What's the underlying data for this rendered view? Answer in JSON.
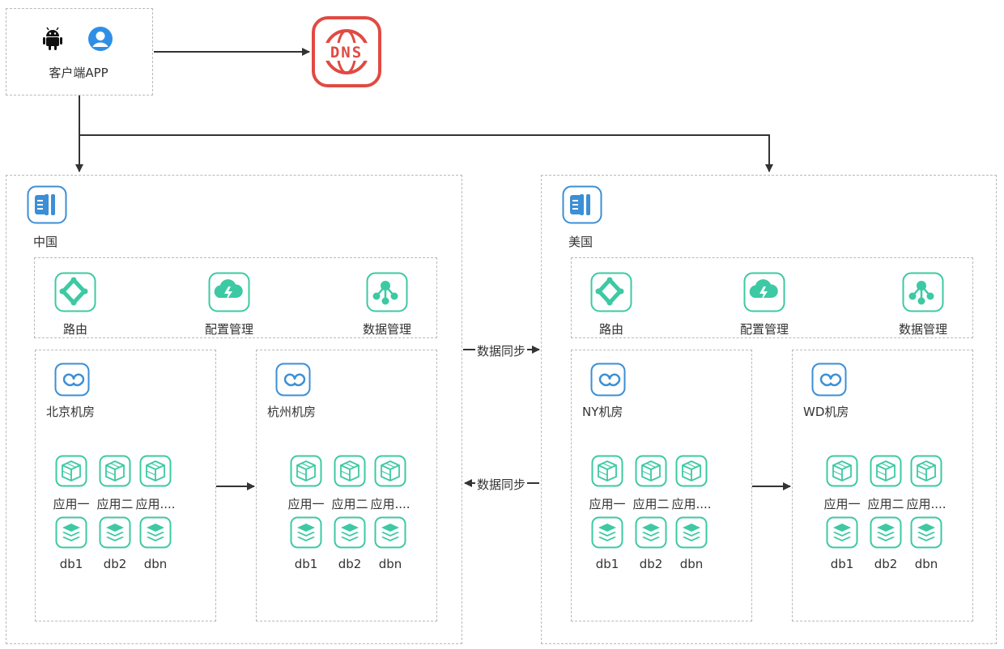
{
  "client": {
    "label": "客户端APP",
    "icons": [
      "android-icon",
      "user-icon"
    ]
  },
  "dns": {
    "label": "DNS",
    "color": "#e04a42"
  },
  "colors": {
    "accent": "#3dc9a3",
    "blue": "#3b8fd6",
    "border": "#b9b9b9",
    "arrow": "#333333"
  },
  "regions": [
    {
      "name": "中国",
      "services": [
        "路由",
        "配置管理",
        "数据管理"
      ],
      "rooms": [
        {
          "name": "北京机房",
          "apps": [
            "应用一",
            "应用二",
            "应用...."
          ],
          "dbs": [
            "db1",
            "db2",
            "dbn"
          ]
        },
        {
          "name": "杭州机房",
          "apps": [
            "应用一",
            "应用二",
            "应用...."
          ],
          "dbs": [
            "db1",
            "db2",
            "dbn"
          ]
        }
      ]
    },
    {
      "name": "美国",
      "services": [
        "路由",
        "配置管理",
        "数据管理"
      ],
      "rooms": [
        {
          "name": "NY机房",
          "apps": [
            "应用一",
            "应用二",
            "应用...."
          ],
          "dbs": [
            "db1",
            "db2",
            "dbn"
          ]
        },
        {
          "name": "WD机房",
          "apps": [
            "应用一",
            "应用二",
            "应用...."
          ],
          "dbs": [
            "db1",
            "db2",
            "dbn"
          ]
        }
      ]
    }
  ],
  "sync": [
    "数据同步",
    "数据同步"
  ]
}
